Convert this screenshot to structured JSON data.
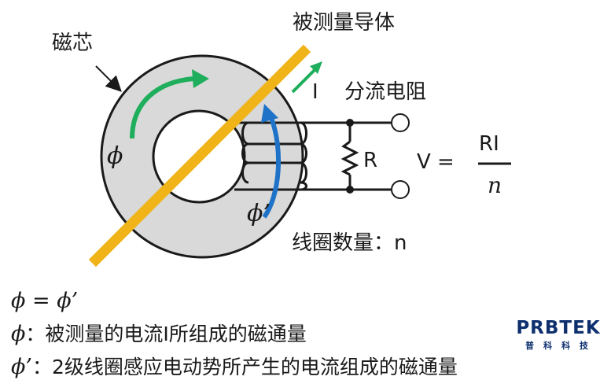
{
  "labels": {
    "core": "磁芯",
    "conductor": "被测量导体",
    "current": "I",
    "shunt": "分流电阻",
    "resistor": "R",
    "phi": "ϕ",
    "phi_prime": "ϕ’",
    "turns": "线圈数量：n",
    "v_eq": "V =",
    "numerator": "RI",
    "denominator": "n"
  },
  "legend": [
    {
      "symbol": "ϕ = ϕ’",
      "text": ""
    },
    {
      "symbol": "ϕ",
      "text": "：被测量的电流I所组成的磁通量"
    },
    {
      "symbol": "ϕ’",
      "text": "：2级线圈感应电动势所产生的电流组成的磁通量"
    }
  ],
  "logo": {
    "main": "PRBTEK",
    "sub": "普科科技"
  },
  "colors": {
    "core": "#d9d9d9",
    "conductor": "#f0b419",
    "green_arrow": "#1fae5b",
    "blue_arrow": "#1e73c8",
    "line": "#1a1a1a",
    "logo": "#0d2f6e"
  }
}
